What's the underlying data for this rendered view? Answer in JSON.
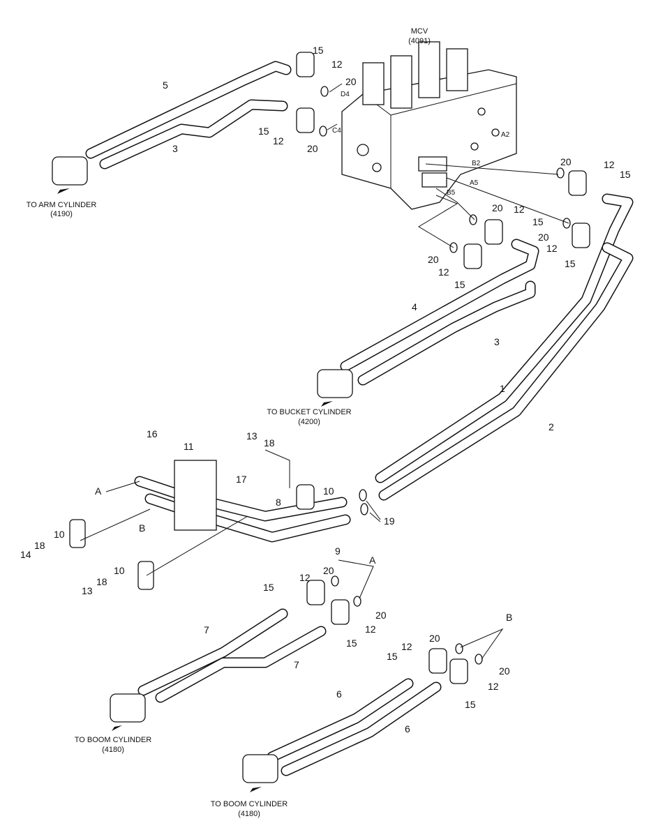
{
  "title": {
    "name": "MCV",
    "code": "(4091)"
  },
  "destinations": {
    "arm": {
      "label": "TO ARM CYLINDER",
      "code": "(4190)"
    },
    "bucket": {
      "label": "TO BUCKET CYLINDER",
      "code": "(4200)"
    },
    "boom1": {
      "label": "TO BOOM CYLINDER",
      "code": "(4180)"
    },
    "boom2": {
      "label": "TO BOOM CYLINDER",
      "code": "(4180)"
    }
  },
  "ports": [
    "D4",
    "C4",
    "A2",
    "B2",
    "A5",
    "B5"
  ],
  "callouts": [
    "15",
    "12",
    "20",
    "5",
    "15",
    "12",
    "20",
    "3",
    "20",
    "12",
    "15",
    "20",
    "12",
    "15",
    "20",
    "12",
    "15",
    "20",
    "12",
    "15",
    "4",
    "3",
    "1",
    "2",
    "16",
    "11",
    "13",
    "18",
    "17",
    "10",
    "A",
    "8",
    "19",
    "B",
    "9",
    "10",
    "18",
    "14",
    "10",
    "18",
    "13",
    "20",
    "A",
    "12",
    "15",
    "20",
    "12",
    "15",
    "7",
    "7",
    "12",
    "20",
    "B",
    "15",
    "20",
    "12",
    "15",
    "6",
    "6"
  ]
}
